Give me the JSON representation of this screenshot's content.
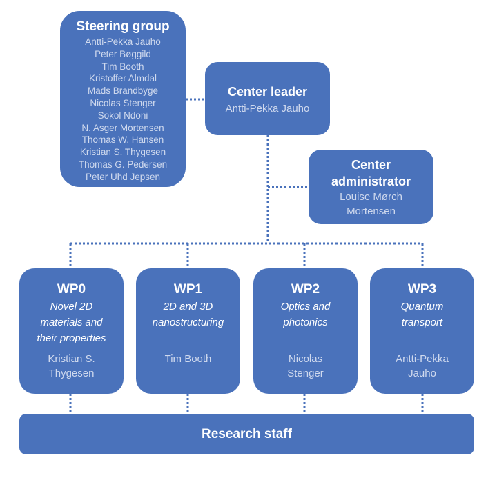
{
  "steering_group": {
    "title": "Steering group",
    "members": [
      "Antti-Pekka Jauho",
      "Peter Bøggild",
      "Tim Booth",
      "Kristoffer Almdal",
      "Mads Brandbyge",
      "Nicolas Stenger",
      "Sokol Ndoni",
      "N. Asger Mortensen",
      "Thomas W. Hansen",
      "Kristian S. Thygesen",
      "Thomas G. Pedersen",
      "Peter Uhd Jepsen"
    ]
  },
  "center_leader": {
    "title": "Center leader",
    "name": "Antti-Pekka Jauho"
  },
  "center_administrator": {
    "title_line1": "Center",
    "title_line2": "administrator",
    "name_line1": "Louise Mørch",
    "name_line2": "Mortensen"
  },
  "work_packages": [
    {
      "title": "WP0",
      "desc": [
        "Novel 2D",
        "materials and",
        "their properties"
      ],
      "lead": [
        "Kristian S.",
        "Thygesen"
      ]
    },
    {
      "title": "WP1",
      "desc": [
        "2D and 3D",
        "nanostructuring"
      ],
      "lead": [
        "Tim Booth"
      ]
    },
    {
      "title": "WP2",
      "desc": [
        "Optics and",
        "photonics"
      ],
      "lead": [
        "Nicolas",
        "Stenger"
      ]
    },
    {
      "title": "WP3",
      "desc": [
        "Quantum",
        "transport"
      ],
      "lead": [
        "Antti-Pekka",
        "Jauho"
      ]
    }
  ],
  "research_staff": {
    "title": "Research staff"
  },
  "colors": {
    "box_fill": "#4a72bb",
    "connector": "#4a72bb",
    "muted_text": "#cfd9ee"
  }
}
